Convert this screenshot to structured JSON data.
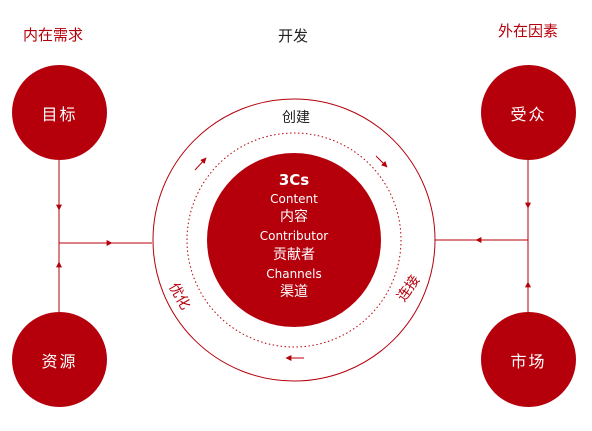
{
  "header": {
    "left": "内在需求",
    "center": "开发",
    "right": "外在因素"
  },
  "nodes": {
    "goal": "目标",
    "audience": "受众",
    "resources": "资源",
    "market": "市场"
  },
  "ring": {
    "create": "创建",
    "optimize": "优化",
    "connect": "连接"
  },
  "core": {
    "title": "3Cs",
    "lines": [
      "Content",
      "内容",
      "Contributor",
      "贡献者",
      "Channels",
      "渠道"
    ]
  },
  "colors": {
    "accent": "#b5000b",
    "line": "#b5000b"
  }
}
